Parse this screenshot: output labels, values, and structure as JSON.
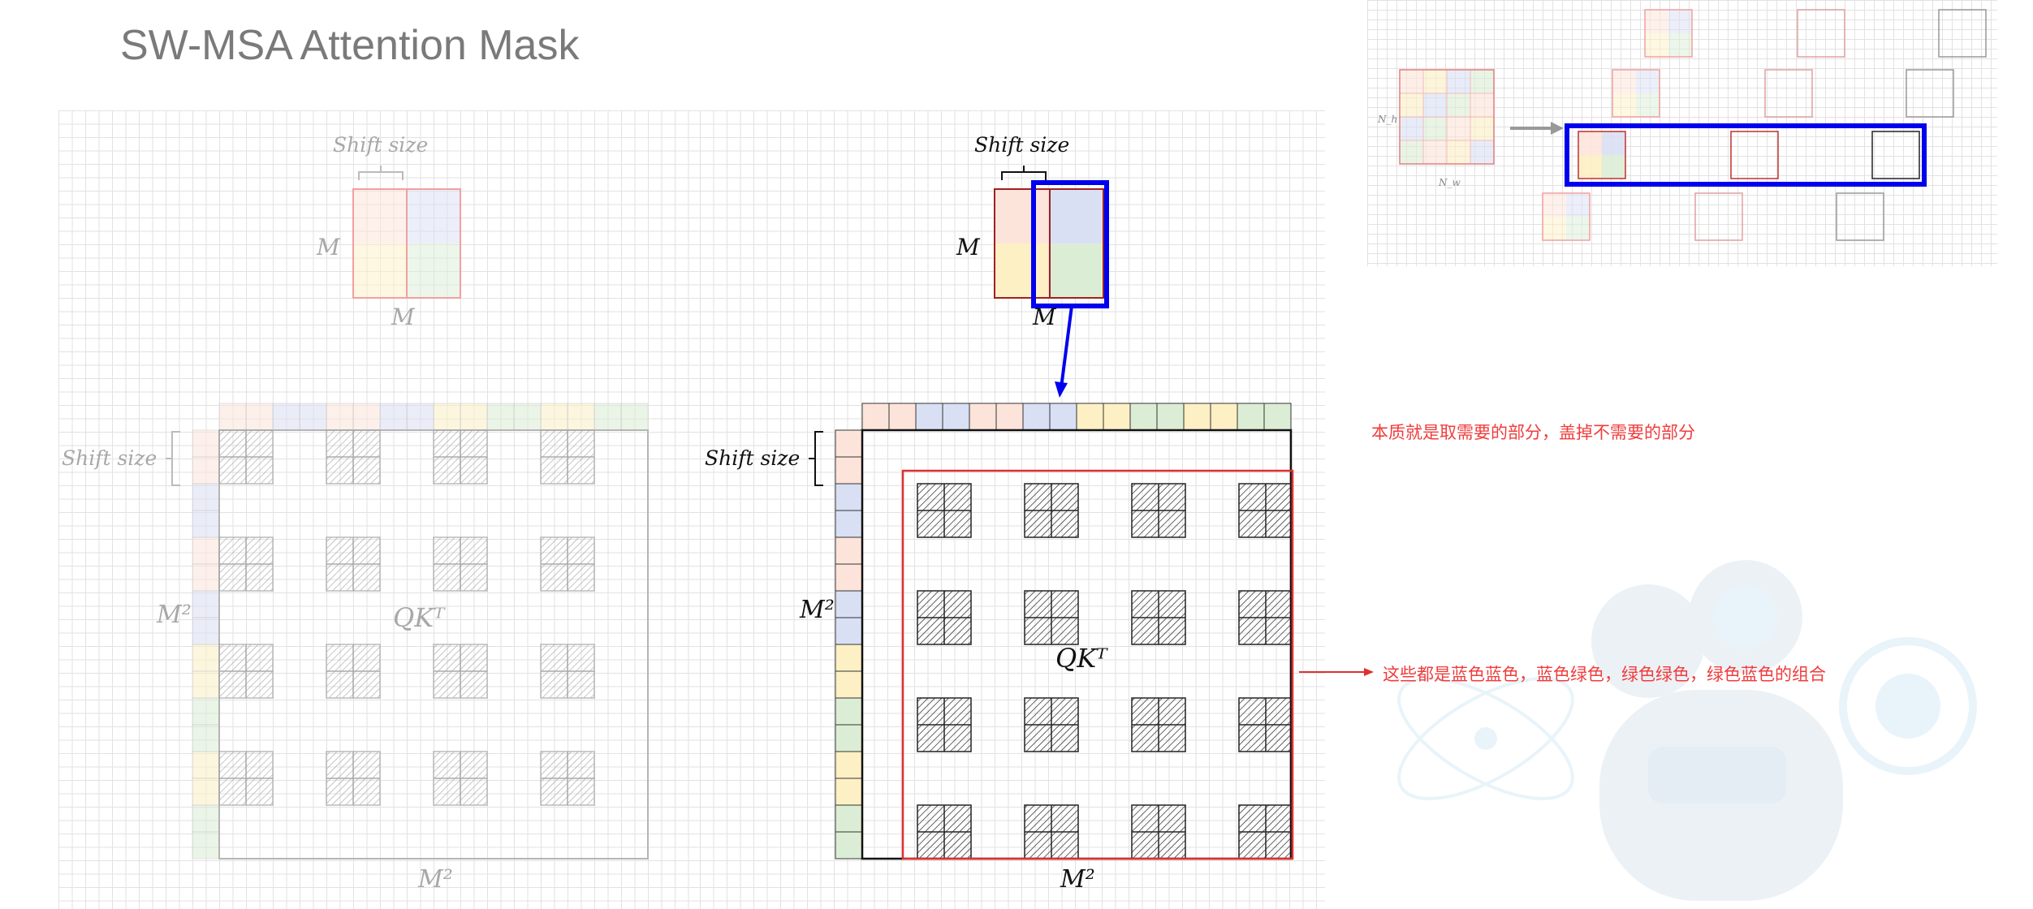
{
  "slide": {
    "title": "SW-MSA Attention Mask"
  },
  "labels": {
    "shift_size": "Shift size",
    "m": "M",
    "m_squared": "M²",
    "qkt": "QKᵀ",
    "n_h": "N_h",
    "n_w": "N_w"
  },
  "notes": {
    "note_1": "本质就是取需要的部分，盖掉不需要的部分",
    "note_2": "这些都是蓝色蓝色，蓝色绿色，绿色绿色，绿色蓝色的组合"
  },
  "colors": {
    "pink": "#fde4da",
    "blue": "#d9e0f4",
    "yellow": "#fdf0c4",
    "green": "#dcedd5",
    "highlight_blue": "#0000ee",
    "mask_red": "#e03030",
    "note_red": "#f03c3c",
    "dim_gray": "#a8a8a8"
  },
  "figures": {
    "left": {
      "style": "faded",
      "block_rows": 4,
      "block_cols": 4
    },
    "right": {
      "style": "emphasized",
      "block_rows": 4,
      "block_cols": 4
    }
  }
}
